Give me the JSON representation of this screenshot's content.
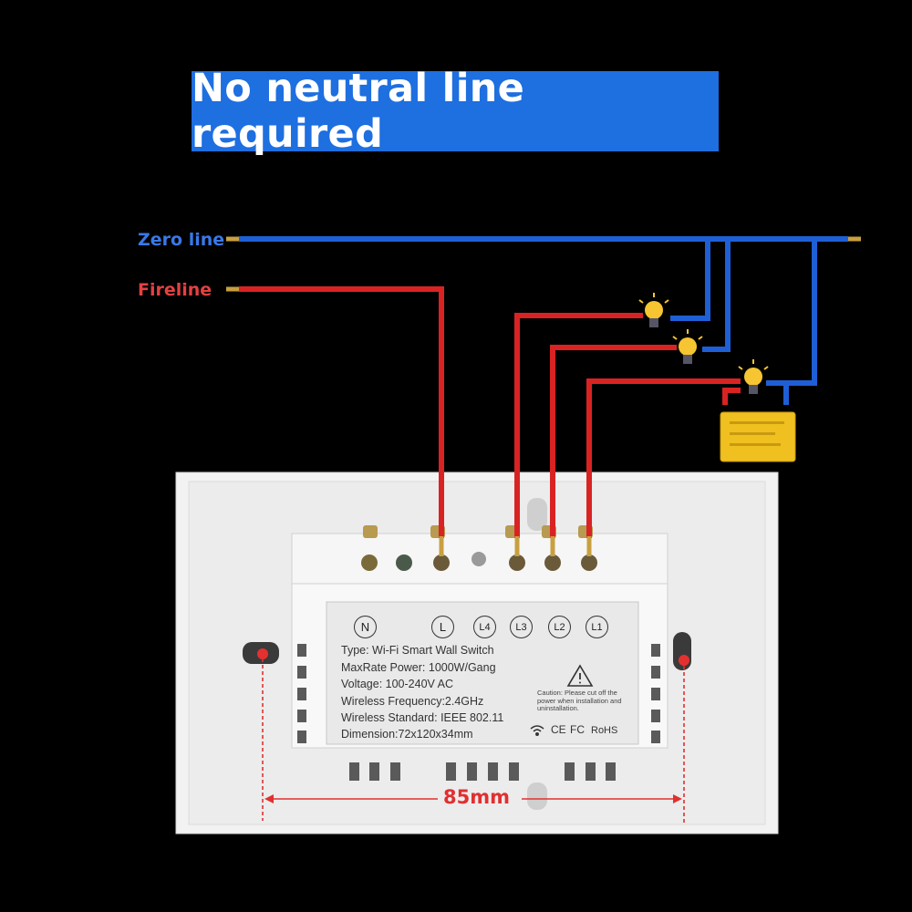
{
  "title": "No neutral line required",
  "wires": {
    "zero_label": "Zero line",
    "fire_label": "Fireline"
  },
  "terminals": [
    "N",
    "L",
    "L4",
    "L3",
    "L2",
    "L1"
  ],
  "specs": [
    "Type: Wi-Fi Smart Wall Switch",
    "MaxRate Power: 1000W/Gang",
    "Voltage: 100-240V AC",
    "Wireless Frequency:2.4GHz",
    "Wireless Standard: IEEE 802.11",
    "Dimension:72x120x34mm"
  ],
  "caution": "Caution: Please cut off the power when installation and uninstallation.",
  "certs": {
    "ce": "CE",
    "fc": "FC",
    "rohs": "RoHS"
  },
  "dimension": "85mm",
  "colors": {
    "zero_wire": "#1f5fd6",
    "fire_wire": "#d92323",
    "banner": "#1e6fe0",
    "capacitor": "#f0c020",
    "dimension": "#e03030"
  }
}
